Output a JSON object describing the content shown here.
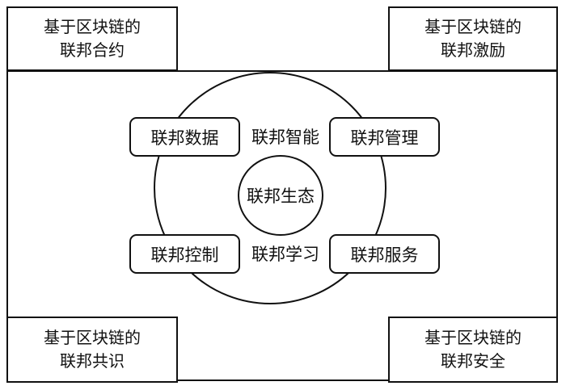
{
  "corners": {
    "top_left": {
      "line1": "基于区块链的",
      "line2": "联邦合约"
    },
    "top_right": {
      "line1": "基于区块链的",
      "line2": "联邦激励"
    },
    "bottom_left": {
      "line1": "基于区块链的",
      "line2": "联邦共识"
    },
    "bottom_right": {
      "line1": "基于区块链的",
      "line2": "联邦安全"
    }
  },
  "center": {
    "label": "联邦生态"
  },
  "ring_labels": {
    "top": "联邦智能",
    "bottom": "联邦学习"
  },
  "modules": {
    "top_left": "联邦数据",
    "top_right": "联邦管理",
    "bottom_left": "联邦控制",
    "bottom_right": "联邦服务"
  }
}
